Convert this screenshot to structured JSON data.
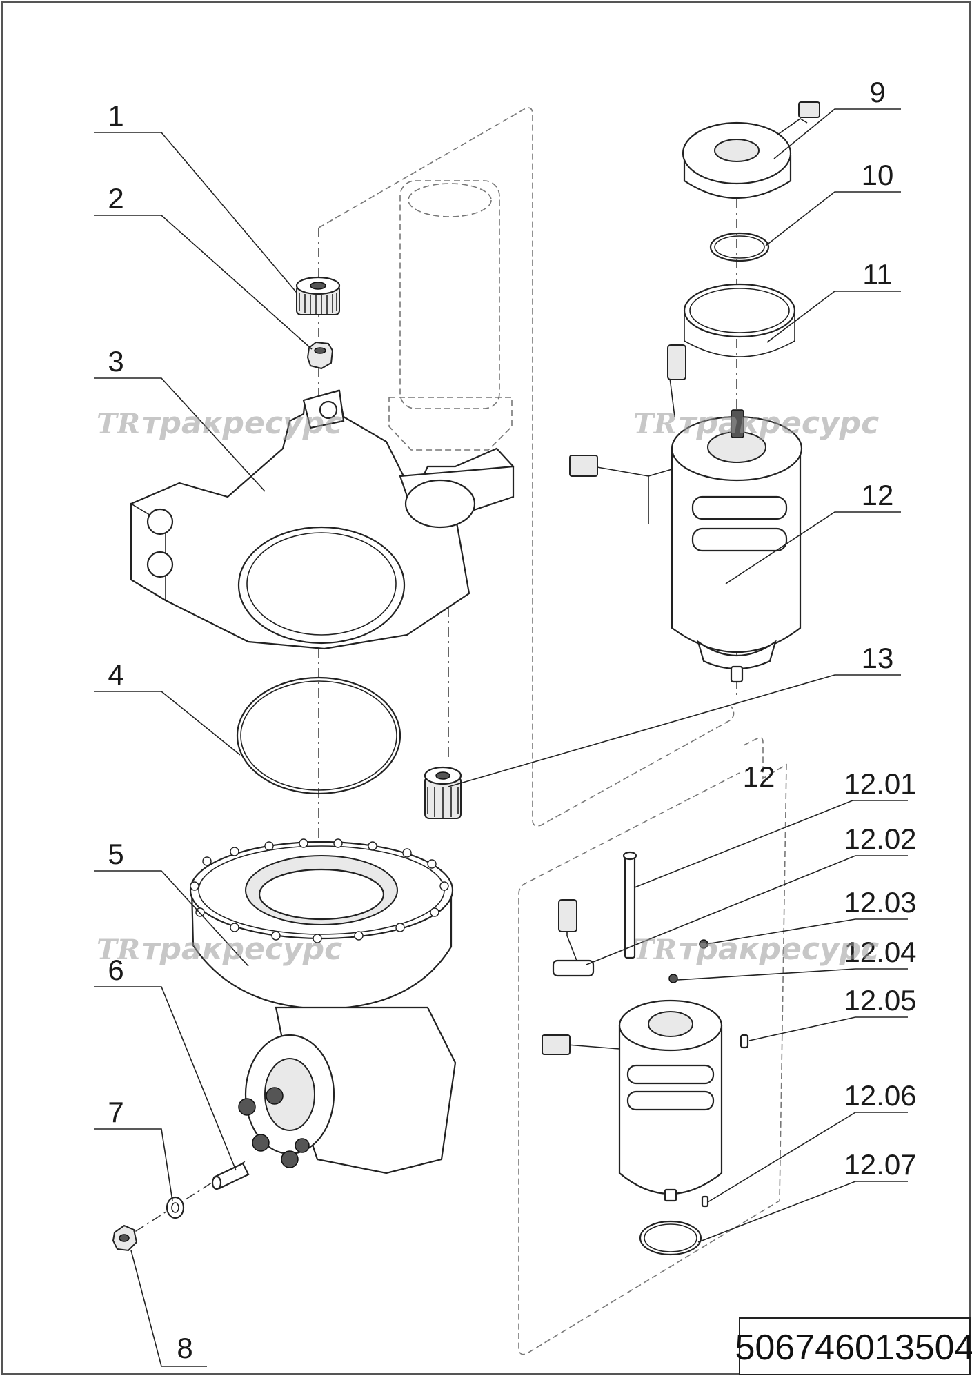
{
  "callouts": [
    {
      "id": "c1",
      "label": "1"
    },
    {
      "id": "c2",
      "label": "2"
    },
    {
      "id": "c3",
      "label": "3"
    },
    {
      "id": "c4",
      "label": "4"
    },
    {
      "id": "c5",
      "label": "5"
    },
    {
      "id": "c6",
      "label": "6"
    },
    {
      "id": "c7",
      "label": "7"
    },
    {
      "id": "c8",
      "label": "8"
    },
    {
      "id": "c9",
      "label": "9"
    },
    {
      "id": "c10",
      "label": "10"
    },
    {
      "id": "c11",
      "label": "11"
    },
    {
      "id": "c12",
      "label": "12"
    },
    {
      "id": "c13",
      "label": "13"
    },
    {
      "id": "c1201",
      "label": "12.01"
    },
    {
      "id": "c1202",
      "label": "12.02"
    },
    {
      "id": "c1203",
      "label": "12.03"
    },
    {
      "id": "c1204",
      "label": "12.04"
    },
    {
      "id": "c1205",
      "label": "12.05"
    },
    {
      "id": "c1206",
      "label": "12.06"
    },
    {
      "id": "c1207",
      "label": "12.07"
    }
  ],
  "subassembly_label": "12",
  "watermark": {
    "logo": "TR",
    "text": "тракресурс"
  },
  "document_number": "506746013504"
}
